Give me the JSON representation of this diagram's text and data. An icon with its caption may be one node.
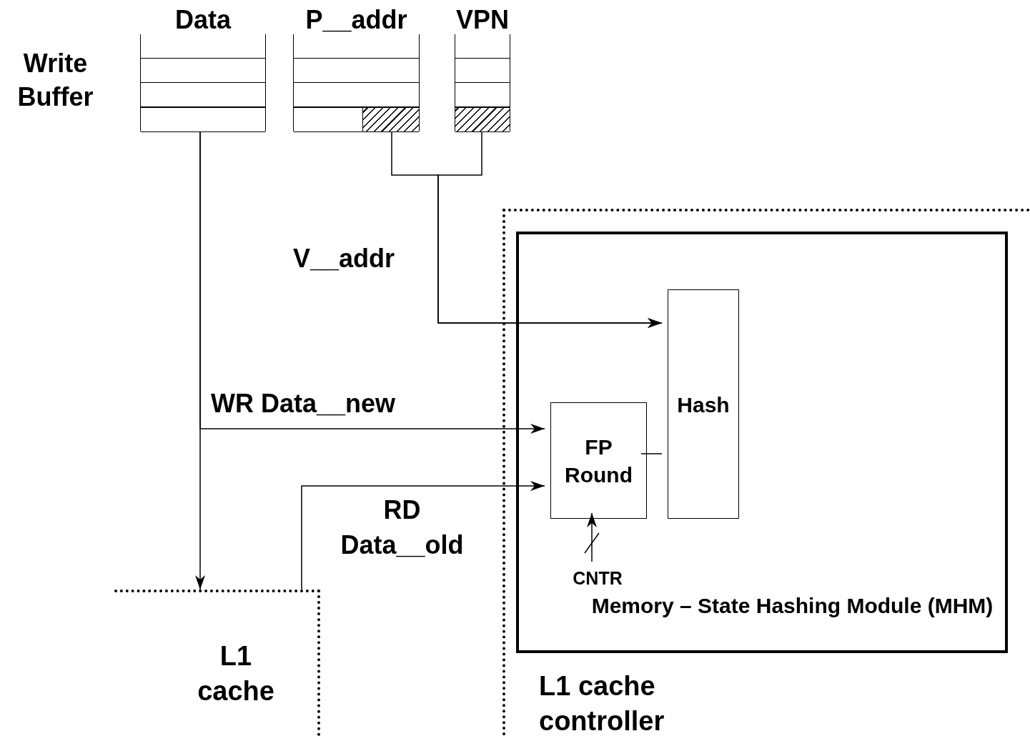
{
  "diagram": {
    "nodes": [
      {
        "text": [
          "Data"
        ]
      },
      {
        "text": [
          "P__addr"
        ]
      },
      {
        "text": [
          "VPN"
        ]
      },
      {
        "text": [
          "L1 cache controller"
        ]
      },
      {
        "text": [
          "Memory – State Hashing Module (MHM)"
        ],
        "in": 3
      },
      {
        "text": [
          "Hash"
        ],
        "in": 4
      },
      {
        "text": [
          "FP Round"
        ],
        "in": 4
      },
      {
        "text": [
          "L1 cache"
        ]
      },
      {
        "text": [
          "CNTR"
        ],
        "in": 4
      }
    ],
    "edges": [
      {
        "from": 1,
        "to": 5,
        "arrow": "to",
        "label": "V__addr"
      },
      {
        "from": 2,
        "to": 5,
        "arrow": "to"
      },
      {
        "from": 0,
        "to": 7,
        "arrow": "to"
      },
      {
        "from": 0,
        "to": 6,
        "arrow": "to",
        "label": "WR Data__new"
      },
      {
        "from": 7,
        "to": 6,
        "arrow": "to",
        "label": "RD Data__old"
      },
      {
        "from": 6,
        "to": 5,
        "arrow": "none"
      },
      {
        "from": 8,
        "to": 6,
        "arrow": "to"
      }
    ],
    "labels": [
      "Write Buffer"
    ]
  }
}
